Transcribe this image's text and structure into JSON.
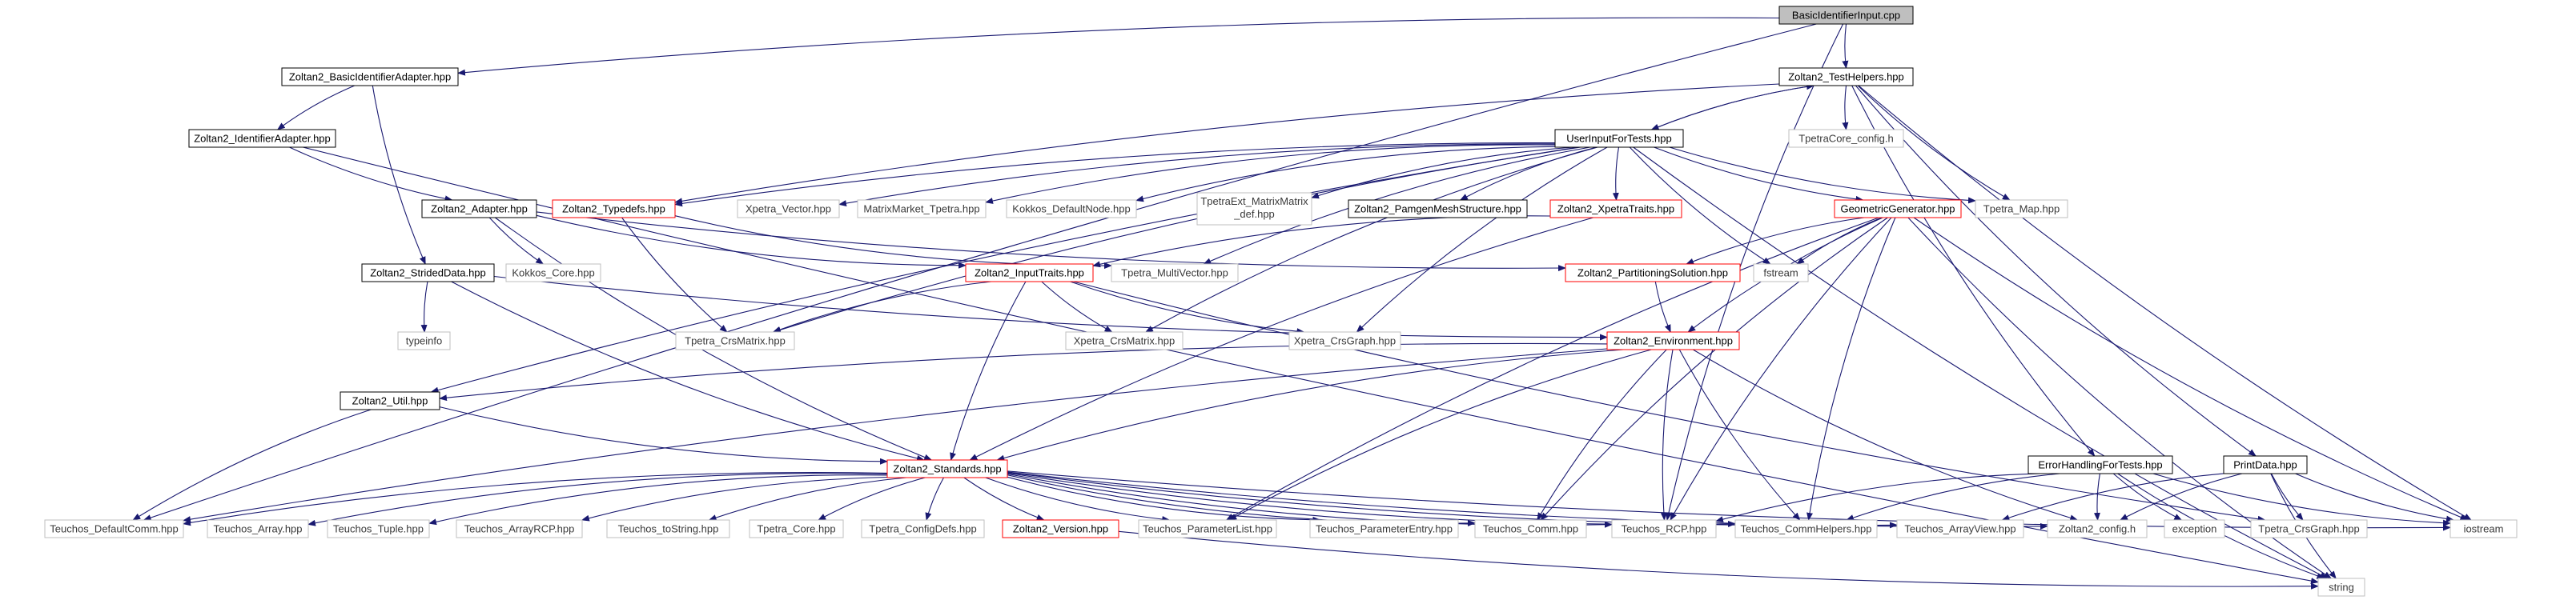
{
  "colors": {
    "edge": "#191970",
    "node_border_black": "#000000",
    "node_border_red": "#ff0000",
    "node_border_grey": "#bfbfbf",
    "root_fill": "#bfbfbf",
    "node_fill": "#ffffff"
  },
  "nodes": [
    {
      "id": "root",
      "label": "BasicIdentifierInput.cpp",
      "style": "root"
    },
    {
      "id": "basicadapter",
      "label": "Zoltan2_BasicIdentifierAdapter.hpp",
      "style": "black"
    },
    {
      "id": "testhelpers",
      "label": "Zoltan2_TestHelpers.hpp",
      "style": "black"
    },
    {
      "id": "idadapter",
      "label": "Zoltan2_IdentifierAdapter.hpp",
      "style": "black"
    },
    {
      "id": "tpetracore_config",
      "label": "TpetraCore_config.h",
      "style": "grey"
    },
    {
      "id": "userinput",
      "label": "UserInputForTests.hpp",
      "style": "black"
    },
    {
      "id": "adapter",
      "label": "Zoltan2_Adapter.hpp",
      "style": "black"
    },
    {
      "id": "typedefs",
      "label": "Zoltan2_Typedefs.hpp",
      "style": "red"
    },
    {
      "id": "xpetra_vector",
      "label": "Xpetra_Vector.hpp",
      "style": "grey"
    },
    {
      "id": "mm_tpetra",
      "label": "MatrixMarket_Tpetra.hpp",
      "style": "grey"
    },
    {
      "id": "kokkos_defaultnode",
      "label": "Kokkos_DefaultNode.hpp",
      "style": "grey"
    },
    {
      "id": "tpetraext_1",
      "label": "TpetraExt_MatrixMatrix",
      "label2": "_def.hpp",
      "style": "grey"
    },
    {
      "id": "pamgen",
      "label": "Zoltan2_PamgenMeshStructure.hpp",
      "style": "black"
    },
    {
      "id": "xpetratraits",
      "label": "Zoltan2_XpetraTraits.hpp",
      "style": "red"
    },
    {
      "id": "geomgen",
      "label": "GeometricGenerator.hpp",
      "style": "red"
    },
    {
      "id": "tpetra_map",
      "label": "Tpetra_Map.hpp",
      "style": "grey"
    },
    {
      "id": "kokkos_core",
      "label": "Kokkos_Core.hpp",
      "style": "grey"
    },
    {
      "id": "strideddata",
      "label": "Zoltan2_StridedData.hpp",
      "style": "black"
    },
    {
      "id": "inputtraits",
      "label": "Zoltan2_InputTraits.hpp",
      "style": "red"
    },
    {
      "id": "tpetra_multivector",
      "label": "Tpetra_MultiVector.hpp",
      "style": "grey"
    },
    {
      "id": "partsolution",
      "label": "Zoltan2_PartitioningSolution.hpp",
      "style": "red"
    },
    {
      "id": "fstream",
      "label": "fstream",
      "style": "grey"
    },
    {
      "id": "typeinfo",
      "label": "typeinfo",
      "style": "grey"
    },
    {
      "id": "tpetra_crsmatrix",
      "label": "Tpetra_CrsMatrix.hpp",
      "style": "grey"
    },
    {
      "id": "xpetra_crsmatrix",
      "label": "Xpetra_CrsMatrix.hpp",
      "style": "grey"
    },
    {
      "id": "xpetra_crsgraph",
      "label": "Xpetra_CrsGraph.hpp",
      "style": "grey"
    },
    {
      "id": "environment",
      "label": "Zoltan2_Environment.hpp",
      "style": "red"
    },
    {
      "id": "util",
      "label": "Zoltan2_Util.hpp",
      "style": "black"
    },
    {
      "id": "standards",
      "label": "Zoltan2_Standards.hpp",
      "style": "red"
    },
    {
      "id": "errorhandling",
      "label": "ErrorHandlingForTests.hpp",
      "style": "black"
    },
    {
      "id": "printdata",
      "label": "PrintData.hpp",
      "style": "black"
    },
    {
      "id": "teuchos_defaultcomm",
      "label": "Teuchos_DefaultComm.hpp",
      "style": "grey"
    },
    {
      "id": "teuchos_array",
      "label": "Teuchos_Array.hpp",
      "style": "grey"
    },
    {
      "id": "teuchos_tuple",
      "label": "Teuchos_Tuple.hpp",
      "style": "grey"
    },
    {
      "id": "teuchos_arrayrcp",
      "label": "Teuchos_ArrayRCP.hpp",
      "style": "grey"
    },
    {
      "id": "teuchos_tostring",
      "label": "Teuchos_toString.hpp",
      "style": "grey"
    },
    {
      "id": "tpetra_core",
      "label": "Tpetra_Core.hpp",
      "style": "grey"
    },
    {
      "id": "tpetra_configdefs",
      "label": "Tpetra_ConfigDefs.hpp",
      "style": "grey"
    },
    {
      "id": "version",
      "label": "Zoltan2_Version.hpp",
      "style": "red"
    },
    {
      "id": "teuchos_parameterlist",
      "label": "Teuchos_ParameterList.hpp",
      "style": "grey"
    },
    {
      "id": "teuchos_parameterentry",
      "label": "Teuchos_ParameterEntry.hpp",
      "style": "grey"
    },
    {
      "id": "teuchos_comm",
      "label": "Teuchos_Comm.hpp",
      "style": "grey"
    },
    {
      "id": "teuchos_rcp",
      "label": "Teuchos_RCP.hpp",
      "style": "grey"
    },
    {
      "id": "teuchos_commhelpers",
      "label": "Teuchos_CommHelpers.hpp",
      "style": "grey"
    },
    {
      "id": "teuchos_arrayview",
      "label": "Teuchos_ArrayView.hpp",
      "style": "grey"
    },
    {
      "id": "zoltan2_config",
      "label": "Zoltan2_config.h",
      "style": "grey"
    },
    {
      "id": "exception",
      "label": "exception",
      "style": "grey"
    },
    {
      "id": "tpetra_crsgraph",
      "label": "Tpetra_CrsGraph.hpp",
      "style": "grey"
    },
    {
      "id": "iostream",
      "label": "iostream",
      "style": "grey"
    },
    {
      "id": "string",
      "label": "string",
      "style": "grey"
    }
  ],
  "edges": [
    [
      "root",
      "basicadapter"
    ],
    [
      "root",
      "testhelpers"
    ],
    [
      "root",
      "teuchos_defaultcomm"
    ],
    [
      "root",
      "teuchos_rcp"
    ],
    [
      "basicadapter",
      "idadapter"
    ],
    [
      "basicadapter",
      "strideddata"
    ],
    [
      "idadapter",
      "adapter"
    ],
    [
      "idadapter",
      "string"
    ],
    [
      "testhelpers",
      "tpetracore_config"
    ],
    [
      "testhelpers",
      "userinput"
    ],
    [
      "testhelpers",
      "typedefs"
    ],
    [
      "testhelpers",
      "tpetra_map"
    ],
    [
      "testhelpers",
      "errorhandling"
    ],
    [
      "testhelpers",
      "printdata"
    ],
    [
      "testhelpers",
      "iostream"
    ],
    [
      "userinput",
      "testhelpers"
    ],
    [
      "userinput",
      "typedefs"
    ],
    [
      "userinput",
      "xpetra_vector"
    ],
    [
      "userinput",
      "mm_tpetra"
    ],
    [
      "userinput",
      "kokkos_defaultnode"
    ],
    [
      "userinput",
      "tpetraext_1"
    ],
    [
      "userinput",
      "pamgen"
    ],
    [
      "userinput",
      "xpetratraits"
    ],
    [
      "userinput",
      "geomgen"
    ],
    [
      "userinput",
      "tpetra_map"
    ],
    [
      "userinput",
      "tpetra_multivector"
    ],
    [
      "userinput",
      "fstream"
    ],
    [
      "userinput",
      "tpetra_crsmatrix"
    ],
    [
      "userinput",
      "xpetra_crsmatrix"
    ],
    [
      "userinput",
      "xpetra_crsgraph"
    ],
    [
      "userinput",
      "util"
    ],
    [
      "userinput",
      "string"
    ],
    [
      "adapter",
      "kokkos_core"
    ],
    [
      "adapter",
      "inputtraits"
    ],
    [
      "adapter",
      "partsolution"
    ],
    [
      "adapter",
      "standards"
    ],
    [
      "typedefs",
      "tpetra_crsmatrix"
    ],
    [
      "typedefs",
      "tpetra_multivector"
    ],
    [
      "xpetratraits",
      "inputtraits"
    ],
    [
      "xpetratraits",
      "standards"
    ],
    [
      "geomgen",
      "partsolution"
    ],
    [
      "geomgen",
      "fstream"
    ],
    [
      "geomgen",
      "environment"
    ],
    [
      "geomgen",
      "teuchos_parameterlist"
    ],
    [
      "geomgen",
      "teuchos_comm"
    ],
    [
      "geomgen",
      "teuchos_rcp"
    ],
    [
      "geomgen",
      "teuchos_commhelpers"
    ],
    [
      "geomgen",
      "iostream"
    ],
    [
      "geomgen",
      "string"
    ],
    [
      "strideddata",
      "typeinfo"
    ],
    [
      "strideddata",
      "environment"
    ],
    [
      "strideddata",
      "standards"
    ],
    [
      "inputtraits",
      "tpetra_crsmatrix"
    ],
    [
      "inputtraits",
      "xpetra_crsmatrix"
    ],
    [
      "inputtraits",
      "xpetra_crsgraph"
    ],
    [
      "inputtraits",
      "standards"
    ],
    [
      "inputtraits",
      "tpetra_crsgraph"
    ],
    [
      "partsolution",
      "environment"
    ],
    [
      "environment",
      "util"
    ],
    [
      "environment",
      "standards"
    ],
    [
      "environment",
      "teuchos_defaultcomm"
    ],
    [
      "environment",
      "teuchos_parameterlist"
    ],
    [
      "environment",
      "teuchos_comm"
    ],
    [
      "environment",
      "teuchos_rcp"
    ],
    [
      "environment",
      "teuchos_commhelpers"
    ],
    [
      "environment",
      "zoltan2_config"
    ],
    [
      "util",
      "standards"
    ],
    [
      "util",
      "teuchos_defaultcomm"
    ],
    [
      "standards",
      "teuchos_defaultcomm"
    ],
    [
      "standards",
      "teuchos_array"
    ],
    [
      "standards",
      "teuchos_tuple"
    ],
    [
      "standards",
      "teuchos_arrayrcp"
    ],
    [
      "standards",
      "teuchos_tostring"
    ],
    [
      "standards",
      "tpetra_core"
    ],
    [
      "standards",
      "tpetra_configdefs"
    ],
    [
      "standards",
      "version"
    ],
    [
      "standards",
      "teuchos_parameterlist"
    ],
    [
      "standards",
      "teuchos_parameterentry"
    ],
    [
      "standards",
      "teuchos_comm"
    ],
    [
      "standards",
      "teuchos_rcp"
    ],
    [
      "standards",
      "teuchos_commhelpers"
    ],
    [
      "standards",
      "teuchos_arrayview"
    ],
    [
      "standards",
      "zoltan2_config"
    ],
    [
      "standards",
      "iostream"
    ],
    [
      "version",
      "string"
    ],
    [
      "errorhandling",
      "teuchos_rcp"
    ],
    [
      "errorhandling",
      "teuchos_commhelpers"
    ],
    [
      "errorhandling",
      "zoltan2_config"
    ],
    [
      "errorhandling",
      "exception"
    ],
    [
      "errorhandling",
      "iostream"
    ],
    [
      "errorhandling",
      "string"
    ],
    [
      "printdata",
      "teuchos_arrayview"
    ],
    [
      "printdata",
      "zoltan2_config"
    ],
    [
      "printdata",
      "tpetra_crsgraph"
    ],
    [
      "printdata",
      "iostream"
    ],
    [
      "printdata",
      "string"
    ]
  ]
}
